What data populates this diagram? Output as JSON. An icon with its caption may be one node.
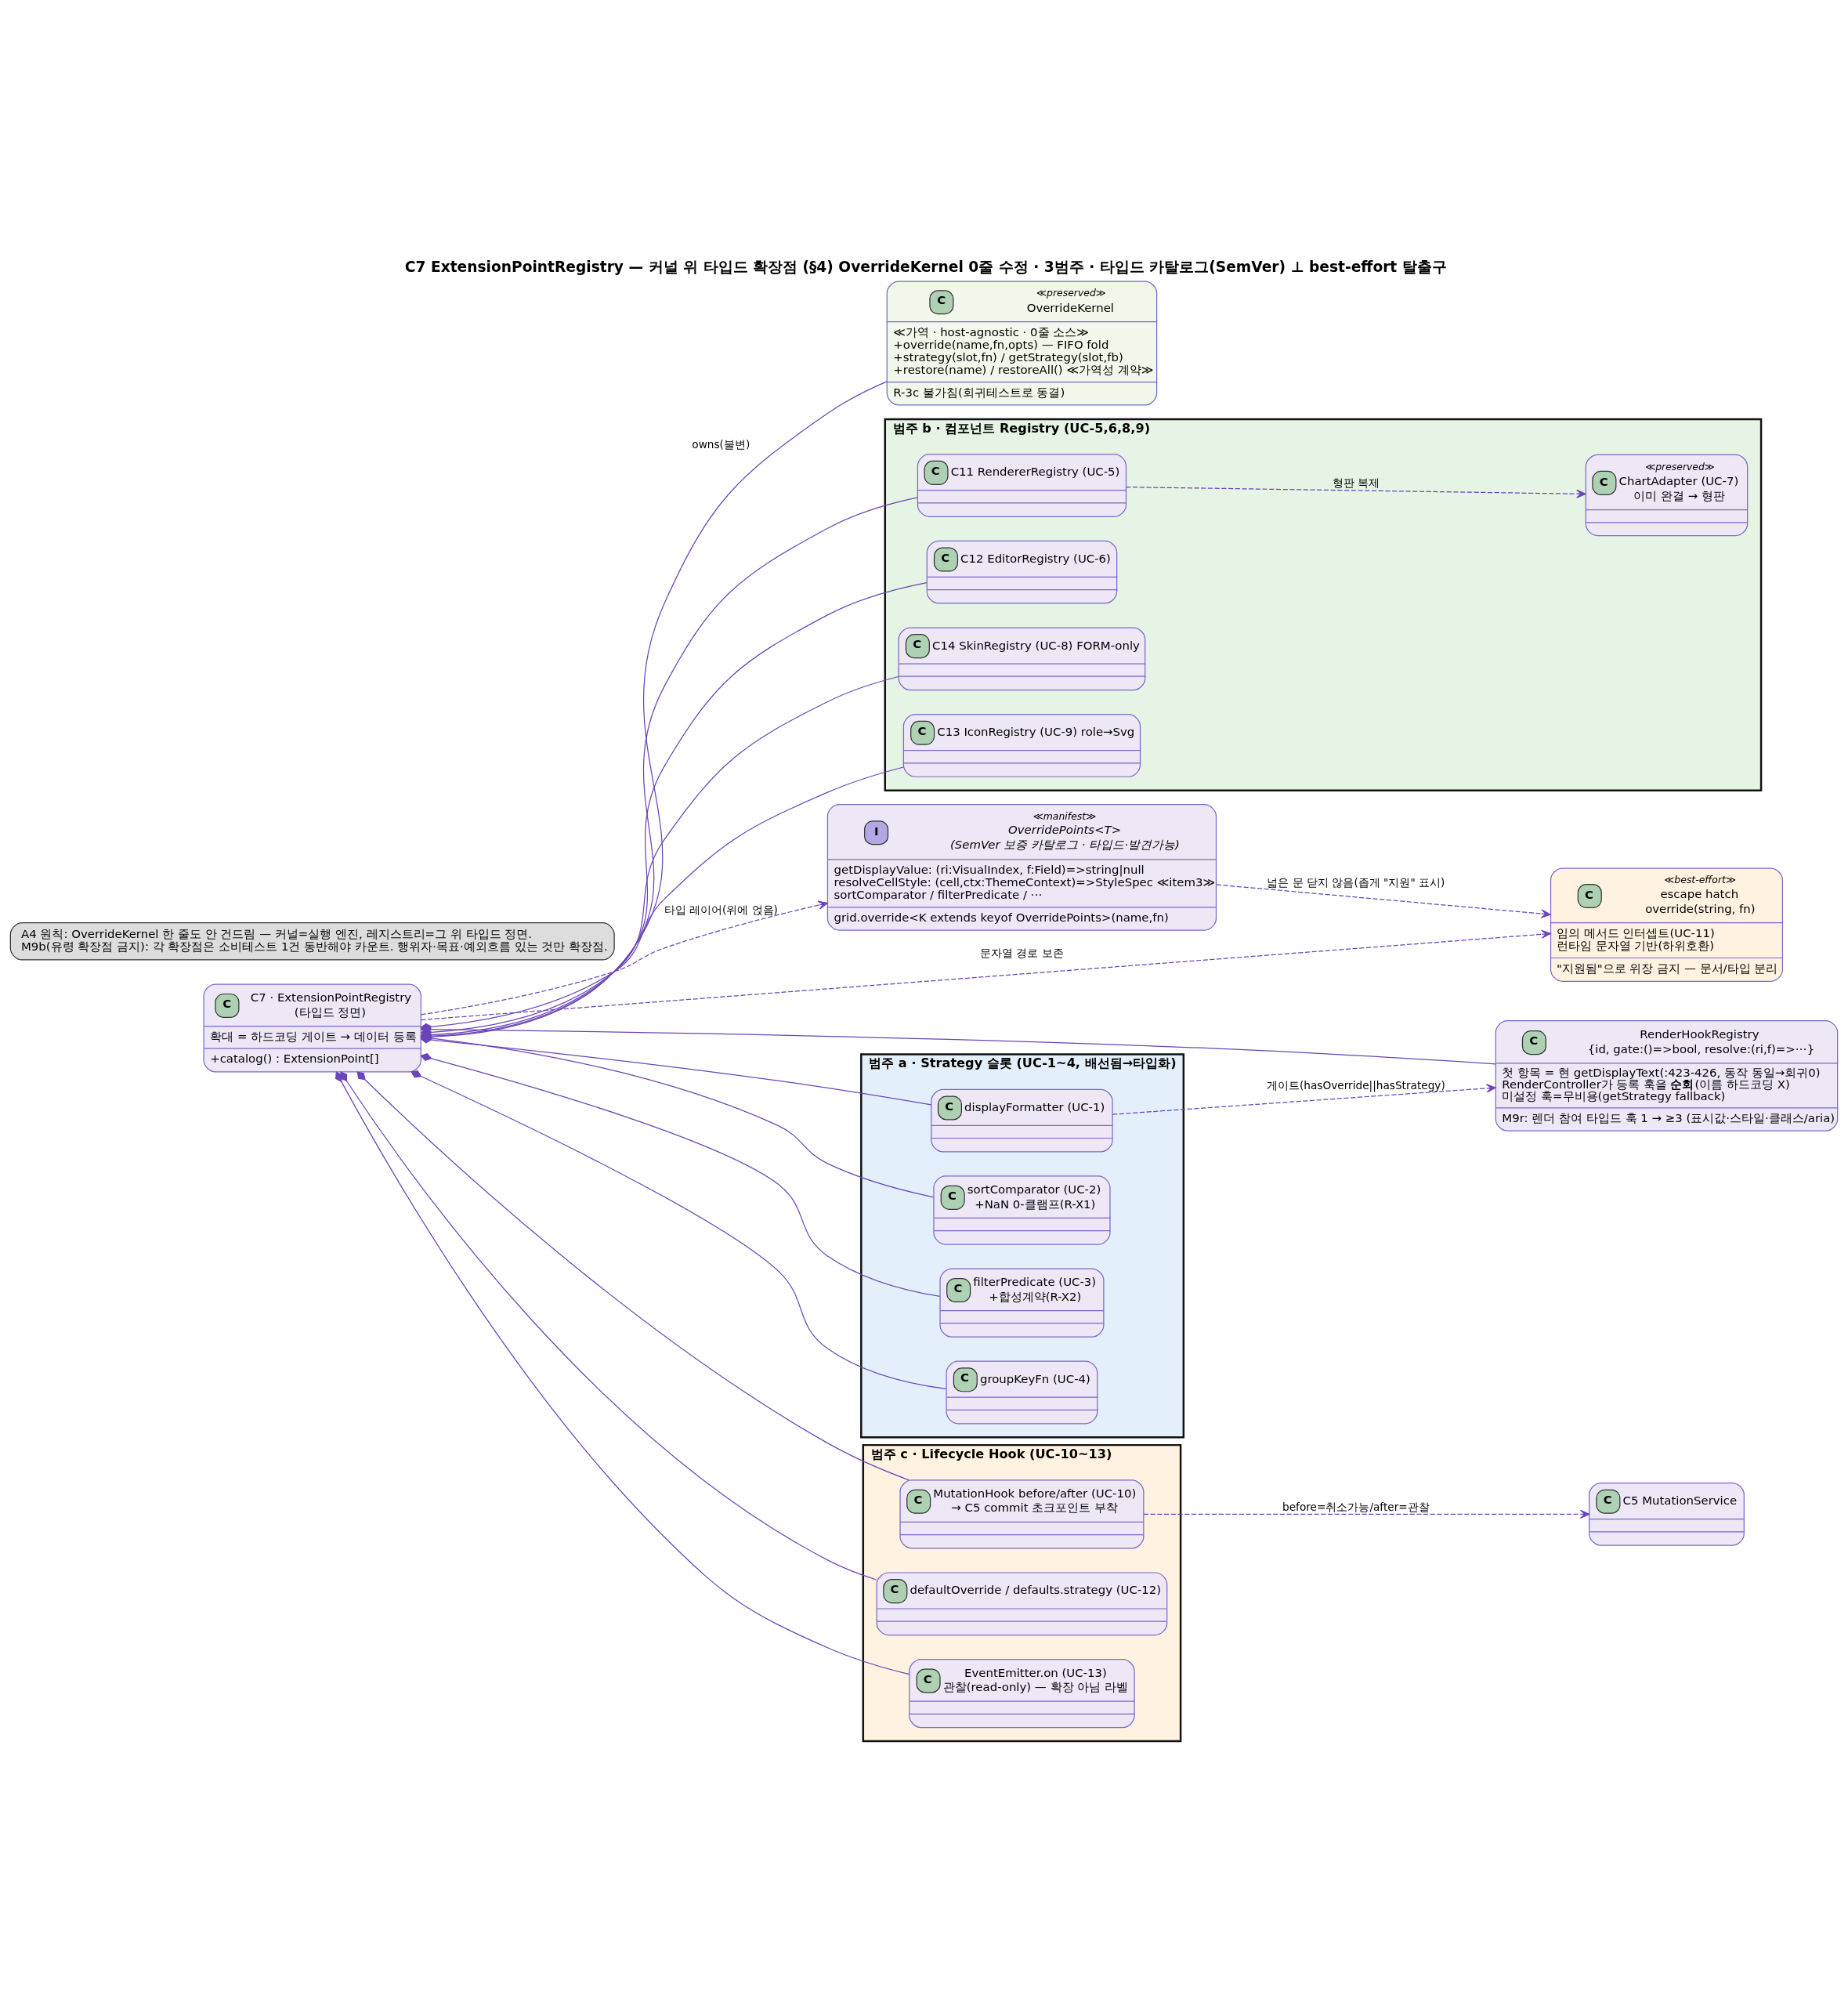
{
  "diagram": {
    "title": "C7 ExtensionPointRegistry — 커널 위 타입드 확장점 (§4) OverrideKernel 0줄 수정 · 3범주 · 타입드 카탈로그(SemVer) ⊥ best-effort 탈출구",
    "nodes": [
      {
        "text": [
          "C",
          "≪preserved≫",
          "OverrideKernel",
          "≪가역 · host-agnostic · 0줄 소스≫",
          "+override(name,fn,opts) — FIFO fold",
          "+strategy(slot,fn) / getStrategy(slot,fb)",
          "+restore(name) / restoreAll() ≪가역성 계약≫",
          "R-3c 불가침(회귀테스트로 동결)"
        ]
      },
      {
        "text": [
          "범주 b · 컴포넌트 Registry (UC-5,6,8,9)"
        ]
      },
      {
        "text": [
          "C",
          "C11 RendererRegistry (UC-5)"
        ],
        "in": 1
      },
      {
        "text": [
          "C",
          "≪preserved≫",
          "ChartAdapter (UC-7)",
          "이미 완결 → 형판"
        ],
        "in": 1
      },
      {
        "text": [
          "C",
          "C12 EditorRegistry (UC-6)"
        ],
        "in": 1
      },
      {
        "text": [
          "C",
          "C14 SkinRegistry (UC-8) FORM-only"
        ],
        "in": 1
      },
      {
        "text": [
          "C",
          "C13 IconRegistry (UC-9) role→Svg"
        ],
        "in": 1
      },
      {
        "text": [
          "I",
          "≪manifest≫",
          "OverridePoints<T>",
          "(SemVer 보증 카탈로그 · 타입드·발견가능)",
          "getDisplayValue: (ri:VisualIndex, f:Field)=>string|null",
          "resolveCellStyle: (cell,ctx:ThemeContext)=>StyleSpec ≪item3≫",
          "sortComparator / filterPredicate / ⋯",
          "grid.override<K extends keyof OverridePoints>(name,fn)"
        ]
      },
      {
        "text": [
          "C",
          "≪best-effort≫",
          "escape hatch",
          "override(string, fn)",
          "임의 메서드 인터셉트(UC-11)",
          "런타임 문자열 기반(하위호환)",
          "\"지원됨\"으로 위장 금지 — 문서/타입 분리"
        ]
      },
      {
        "text": [
          "C",
          "C7 · ExtensionPointRegistry",
          "(타입드 정면)",
          "확대 = 하드코딩 게이트 → 데이터 등록",
          "+catalog() : ExtensionPoint[]"
        ]
      },
      {
        "text": [
          "C",
          "RenderHookRegistry",
          "{id, gate:()=>bool, resolve:(ri,f)=>⋯}",
          "첫 항목 = 현 getDisplayText(:423-426, 동작 동일→회귀0)",
          "RenderController가 등록 훅을 **순회**(이름 하드코딩 X)",
          "미설정 훅=무비용(getStrategy fallback)",
          "M9r: 렌더 참여 타입드 훅 1 → ≥3 (표시값·스타일·클래스/aria)"
        ]
      },
      {
        "text": [
          "범주 a · Strategy 슬롯 (UC-1~4, 배선됨→타입화)"
        ]
      },
      {
        "text": [
          "C",
          "displayFormatter (UC-1)"
        ],
        "in": 11
      },
      {
        "text": [
          "C",
          "sortComparator (UC-2)",
          "+NaN 0-클램프(R-X1)"
        ],
        "in": 11
      },
      {
        "text": [
          "C",
          "filterPredicate (UC-3)",
          "+합성계약(R-X2)"
        ],
        "in": 11
      },
      {
        "text": [
          "C",
          "groupKeyFn (UC-4)"
        ],
        "in": 11
      },
      {
        "text": [
          "범주 c · Lifecycle Hook (UC-10~13)"
        ]
      },
      {
        "text": [
          "C",
          "MutationHook before/after (UC-10)",
          "→ C5 commit 초크포인트 부착"
        ],
        "in": 16
      },
      {
        "text": [
          "C",
          "C5 MutationService"
        ]
      },
      {
        "text": [
          "C",
          "defaultOverride / defaults.strategy (UC-12)"
        ],
        "in": 16
      },
      {
        "text": [
          "C",
          "EventEmitter.on (UC-13)",
          "관찰(read-only) — 확장 아님 라벨"
        ],
        "in": 16
      },
      {
        "text": [
          "A4 원칙: OverrideKernel 한 줄도 안 건드림 — 커널=실행 엔진, 레지스트리=그 위 타입드 정면.",
          "M9b(유령 확장점 금지): 각 확장점은 소비테스트 1건 동반해야 카운트. 행위자·목표·예외흐름 있는 것만 확장점."
        ]
      }
    ],
    "edges": [
      {
        "from": 9,
        "to": 0,
        "arrow": "other",
        "label": "owns(불변)"
      },
      {
        "from": 9,
        "to": 2,
        "arrow": "other"
      },
      {
        "from": 9,
        "to": 4,
        "arrow": "other"
      },
      {
        "from": 9,
        "to": 5,
        "arrow": "other"
      },
      {
        "from": 9,
        "to": 6,
        "arrow": "other"
      },
      {
        "from": 2,
        "to": 3,
        "arrow": "to",
        "style": "dashed",
        "label": "형판 복제"
      },
      {
        "from": 9,
        "to": 7,
        "arrow": "to",
        "style": "dashed",
        "label": "타입 레이어(위에 얹음)"
      },
      {
        "from": 7,
        "to": 8,
        "arrow": "to",
        "style": "dashed",
        "label": "넓은 문 닫지 않음(좁게 \"지원\" 표시)"
      },
      {
        "from": 9,
        "to": 8,
        "arrow": "to",
        "style": "dashed",
        "label": "문자열 경로 보존"
      },
      {
        "from": 9,
        "to": 10,
        "arrow": "other"
      },
      {
        "from": 9,
        "to": 12,
        "arrow": "other"
      },
      {
        "from": 12,
        "to": 10,
        "arrow": "to",
        "style": "dashed",
        "label": "게이트(hasOverride||hasStrategy)"
      },
      {
        "from": 9,
        "to": 13,
        "arrow": "other"
      },
      {
        "from": 9,
        "to": 14,
        "arrow": "other"
      },
      {
        "from": 9,
        "to": 15,
        "arrow": "other"
      },
      {
        "from": 9,
        "to": 17,
        "arrow": "other"
      },
      {
        "from": 17,
        "to": 18,
        "arrow": "to",
        "style": "dashed",
        "label": "before=취소가능/after=관찰"
      },
      {
        "from": 9,
        "to": 19,
        "arrow": "other"
      },
      {
        "from": 9,
        "to": 20,
        "arrow": "other"
      }
    ]
  }
}
